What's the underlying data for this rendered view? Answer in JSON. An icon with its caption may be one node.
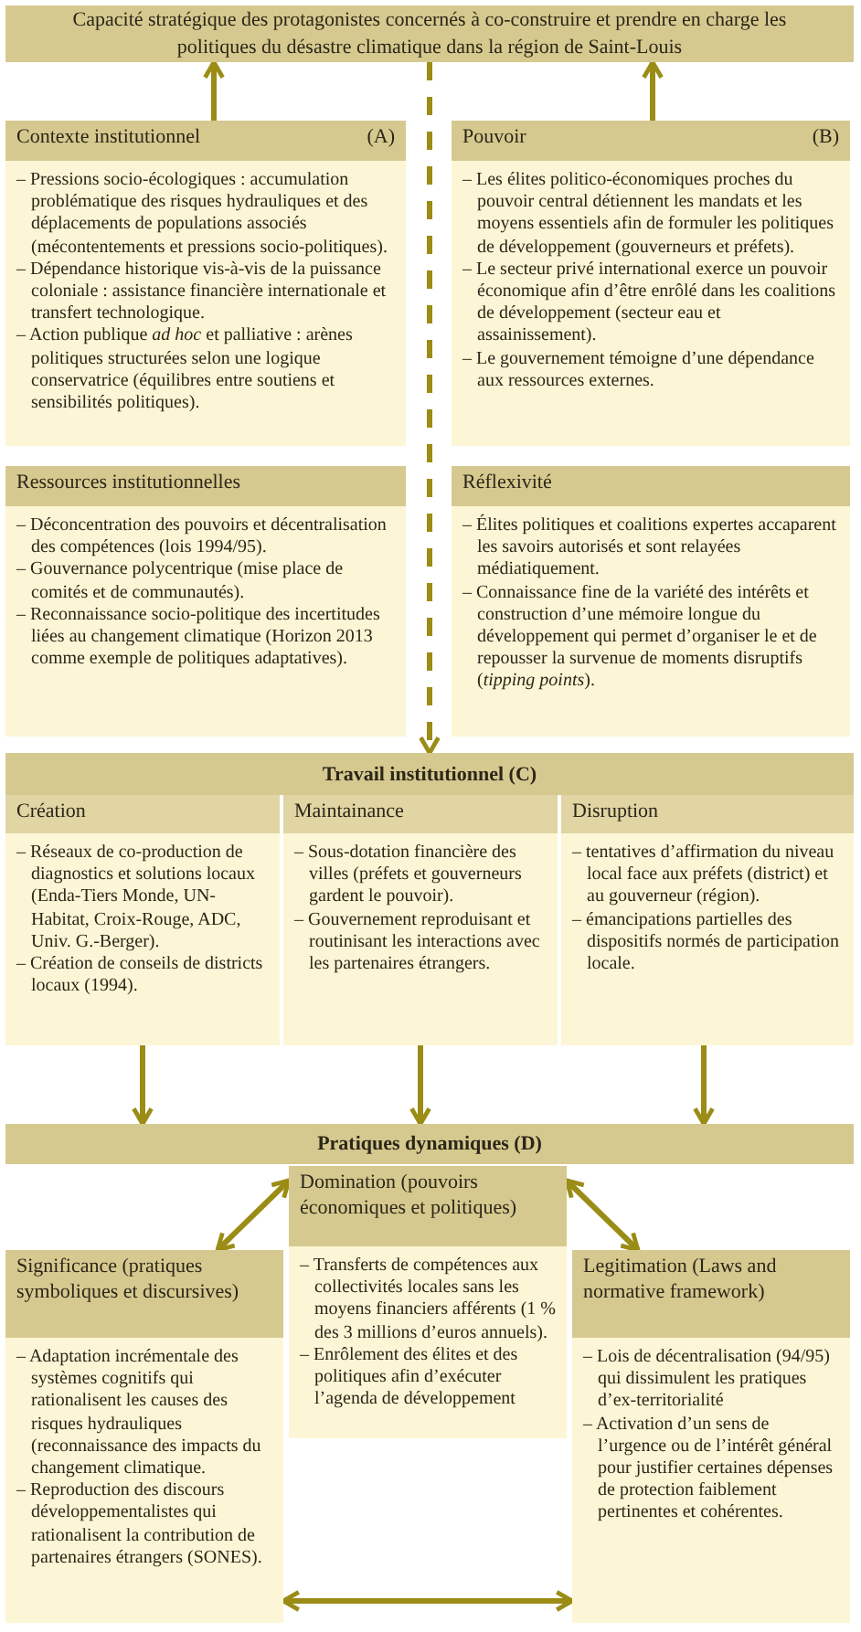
{
  "diagram": {
    "nodes": [
      {
        "text": [
          "Capacité stratégique des protagonistes concernés à co-construire et prendre en charge les politiques du désastre climatique dans la région de Saint-Louis"
        ]
      },
      {
        "text": [
          "Contexte institutionnel",
          "(A)",
          "– Pressions socio-écologiques : accumulation problématique des risques hydrauliques et des déplacements de populations associés (mécontentements et pressions socio-politiques).",
          "– Dépendance historique vis-à-vis de la puissance coloniale : assistance financière internationale et transfert technologique.",
          "– Action publique *ad hoc* et palliative : arènes politiques structurées selon une logique conservatrice (équilibres entre soutiens et sensibilités politiques)."
        ]
      },
      {
        "text": [
          "Ressources institutionnelles",
          "– Déconcentration des pouvoirs et décentralisation des compétences (lois 1994/95).",
          "– Gouvernance polycentrique (mise place de comités et de communautés).",
          "– Reconnaissance socio-politique des incertitudes liées au changement climatique (Horizon 2013 comme exemple de politiques adaptatives)."
        ]
      },
      {
        "text": [
          "Pouvoir",
          "(B)",
          "– Les élites politico-économiques proches du pouvoir central détiennent les mandats et les moyens essentiels afin de formuler les politiques de développement (gouverneurs et préfets).",
          "– Le secteur privé international exerce un pouvoir économique afin d’être enrôlé dans les coalitions de développement (secteur eau et assainissement).",
          "– Le gouvernement témoigne d’une dépendance aux ressources externes."
        ]
      },
      {
        "text": [
          "Réflexivité",
          "– Élites politiques et coalitions expertes accaparent les savoirs autorisés et sont relayées médiatiquement.",
          "– Connaissance fine de la variété des intérêts et construction d’une mémoire longue du développement qui permet d’organiser le et de repousser la survenue de moments disruptifs (*tipping points*)."
        ]
      },
      {
        "text": [
          "Travail institutionnel (C)"
        ]
      },
      {
        "text": [
          "Création",
          "– Réseaux de co-production de diagnostics et solutions locaux (Enda-Tiers Monde, UN-Habitat, Croix-Rouge, ADC, Univ. G.-Berger).",
          "– Création de conseils de districts locaux (1994)."
        ]
      },
      {
        "text": [
          "Maintainance",
          "– Sous-dotation financière des villes (préfets et gouverneurs gardent le pouvoir).",
          "– Gouvernement reproduisant et routinisant les interactions avec les partenaires étrangers."
        ]
      },
      {
        "text": [
          "Disruption",
          "– tentatives d’affirmation du niveau local face aux préfets (district) et au gouverneur (région).",
          "– émancipations partielles des dispositifs normés de participation locale."
        ]
      },
      {
        "text": [
          "Pratiques dynamiques (D)"
        ]
      },
      {
        "text": [
          "Domination (pouvoirs économiques et politiques)",
          "– Transferts de compétences aux collectivités locales sans les moyens financiers afférents (1 % des 3 millions d’euros annuels).",
          "– Enrôlement des élites et des politiques afin d’exécuter l’agenda de développement"
        ]
      },
      {
        "text": [
          "Significance (pratiques symboliques et discursives)",
          "– Adaptation incrémentale des systèmes cognitifs qui rationalisent les causes des risques hydrauliques (reconnaissance des impacts du changement climatique.",
          "– Reproduction des discours développementalistes qui rationalisent la contribution de partenaires étrangers (SONES)."
        ]
      },
      {
        "text": [
          "Legitimation (Laws and normative framework)",
          "– Lois de décentralisation (94/95) qui dissimulent les pratiques d’ex-territorialité",
          "– Activation d’un sens de l’urgence ou de l’intérêt général pour justifier certaines dépenses de protection faiblement pertinentes et cohérentes."
        ]
      }
    ],
    "edges": [
      {
        "from": 1,
        "to": 0,
        "arrow": "to"
      },
      {
        "from": 3,
        "to": 0,
        "arrow": "to"
      },
      {
        "from": 0,
        "to": 5,
        "arrow": "to",
        "style": "dashed"
      },
      {
        "from": 6,
        "to": 9,
        "arrow": "to"
      },
      {
        "from": 7,
        "to": 9,
        "arrow": "to"
      },
      {
        "from": 8,
        "to": 9,
        "arrow": "to"
      },
      {
        "from": 10,
        "to": 11,
        "arrow": "both"
      },
      {
        "from": 10,
        "to": 12,
        "arrow": "both"
      },
      {
        "from": 11,
        "to": 12,
        "arrow": "both"
      }
    ]
  }
}
